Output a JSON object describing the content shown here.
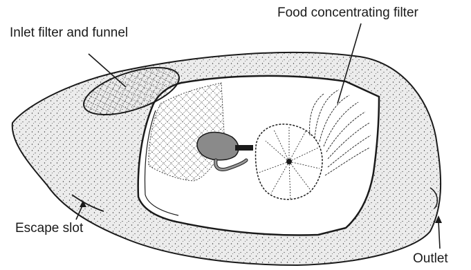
{
  "labels": {
    "inlet_filter": "Inlet filter and funnel",
    "food_filter": "Food concentrating filter",
    "escape_slot": "Escape slot",
    "outlet": "Outlet"
  },
  "colors": {
    "outline": "#1a1a1a",
    "house_fill": "#e9e9e9",
    "cavity_fill": "#ffffff",
    "body_fill": "#8a8a8a",
    "stipple": "#3a3a3a"
  }
}
